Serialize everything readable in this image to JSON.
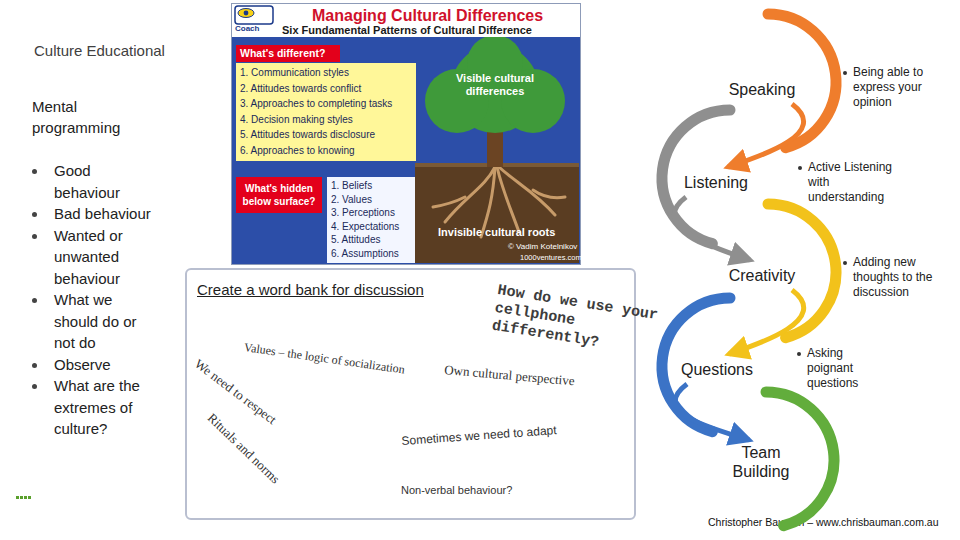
{
  "diagram": {
    "nodes": [
      {
        "text": [
          "Managing Cultural Differences",
          "Six Fundamental Patterns of Cultural Difference"
        ]
      },
      {
        "text": [
          "What's different?"
        ],
        "in": 0
      },
      {
        "text": [
          "1. Communication styles",
          "2. Attitudes towards conflict",
          "3. Approaches to completing tasks",
          "4. Decision making styles",
          "5. Attitudes towards disclosure",
          "6. Approaches to knowing"
        ],
        "in": 0
      },
      {
        "text": [
          "What's hidden below surface?"
        ],
        "in": 0
      },
      {
        "text": [
          "1. Beliefs",
          "2. Values",
          "3. Perceptions",
          "4. Expectations",
          "5. Attitudes",
          "6. Assumptions"
        ],
        "in": 0
      },
      {
        "text": [
          "Create a word bank for discussion",
          "How do we use your cellphone differently?",
          "Values – the logic of socialization",
          "We need to respect",
          "Rituals and norms",
          "Own cultural perspective",
          "Sometimes we need to adapt",
          "Non-verbal behaviour?"
        ]
      },
      {
        "text": [
          "Speaking"
        ]
      },
      {
        "text": [
          "Listening"
        ]
      },
      {
        "text": [
          "Creativity"
        ]
      },
      {
        "text": [
          "Questions"
        ]
      },
      {
        "text": [
          "Team Building"
        ]
      }
    ],
    "edges": [
      {
        "from": 6,
        "to": 7,
        "arrow": "to"
      },
      {
        "from": 7,
        "to": 8,
        "arrow": "to"
      },
      {
        "from": 8,
        "to": 9,
        "arrow": "to"
      },
      {
        "from": 9,
        "to": 10,
        "arrow": "to"
      }
    ],
    "labels": [
      "Culture Educational",
      "Mental programming",
      "Good behaviour",
      "Bad behaviour",
      "Wanted or unwanted behaviour",
      "What we should do or not do",
      "Observe",
      "What are the extremes of culture?",
      "Coach",
      "Visible cultural differences",
      "Invisible cultural roots",
      "© Vadim Kotelnikov",
      "1000ventures.com",
      "Being able to express your opinion",
      "Active Listening with understanding",
      "Adding new thoughts to the discussion",
      "Asking poignant questions",
      "Christopher Bauman – www.chrisbauman.com.au"
    ]
  }
}
